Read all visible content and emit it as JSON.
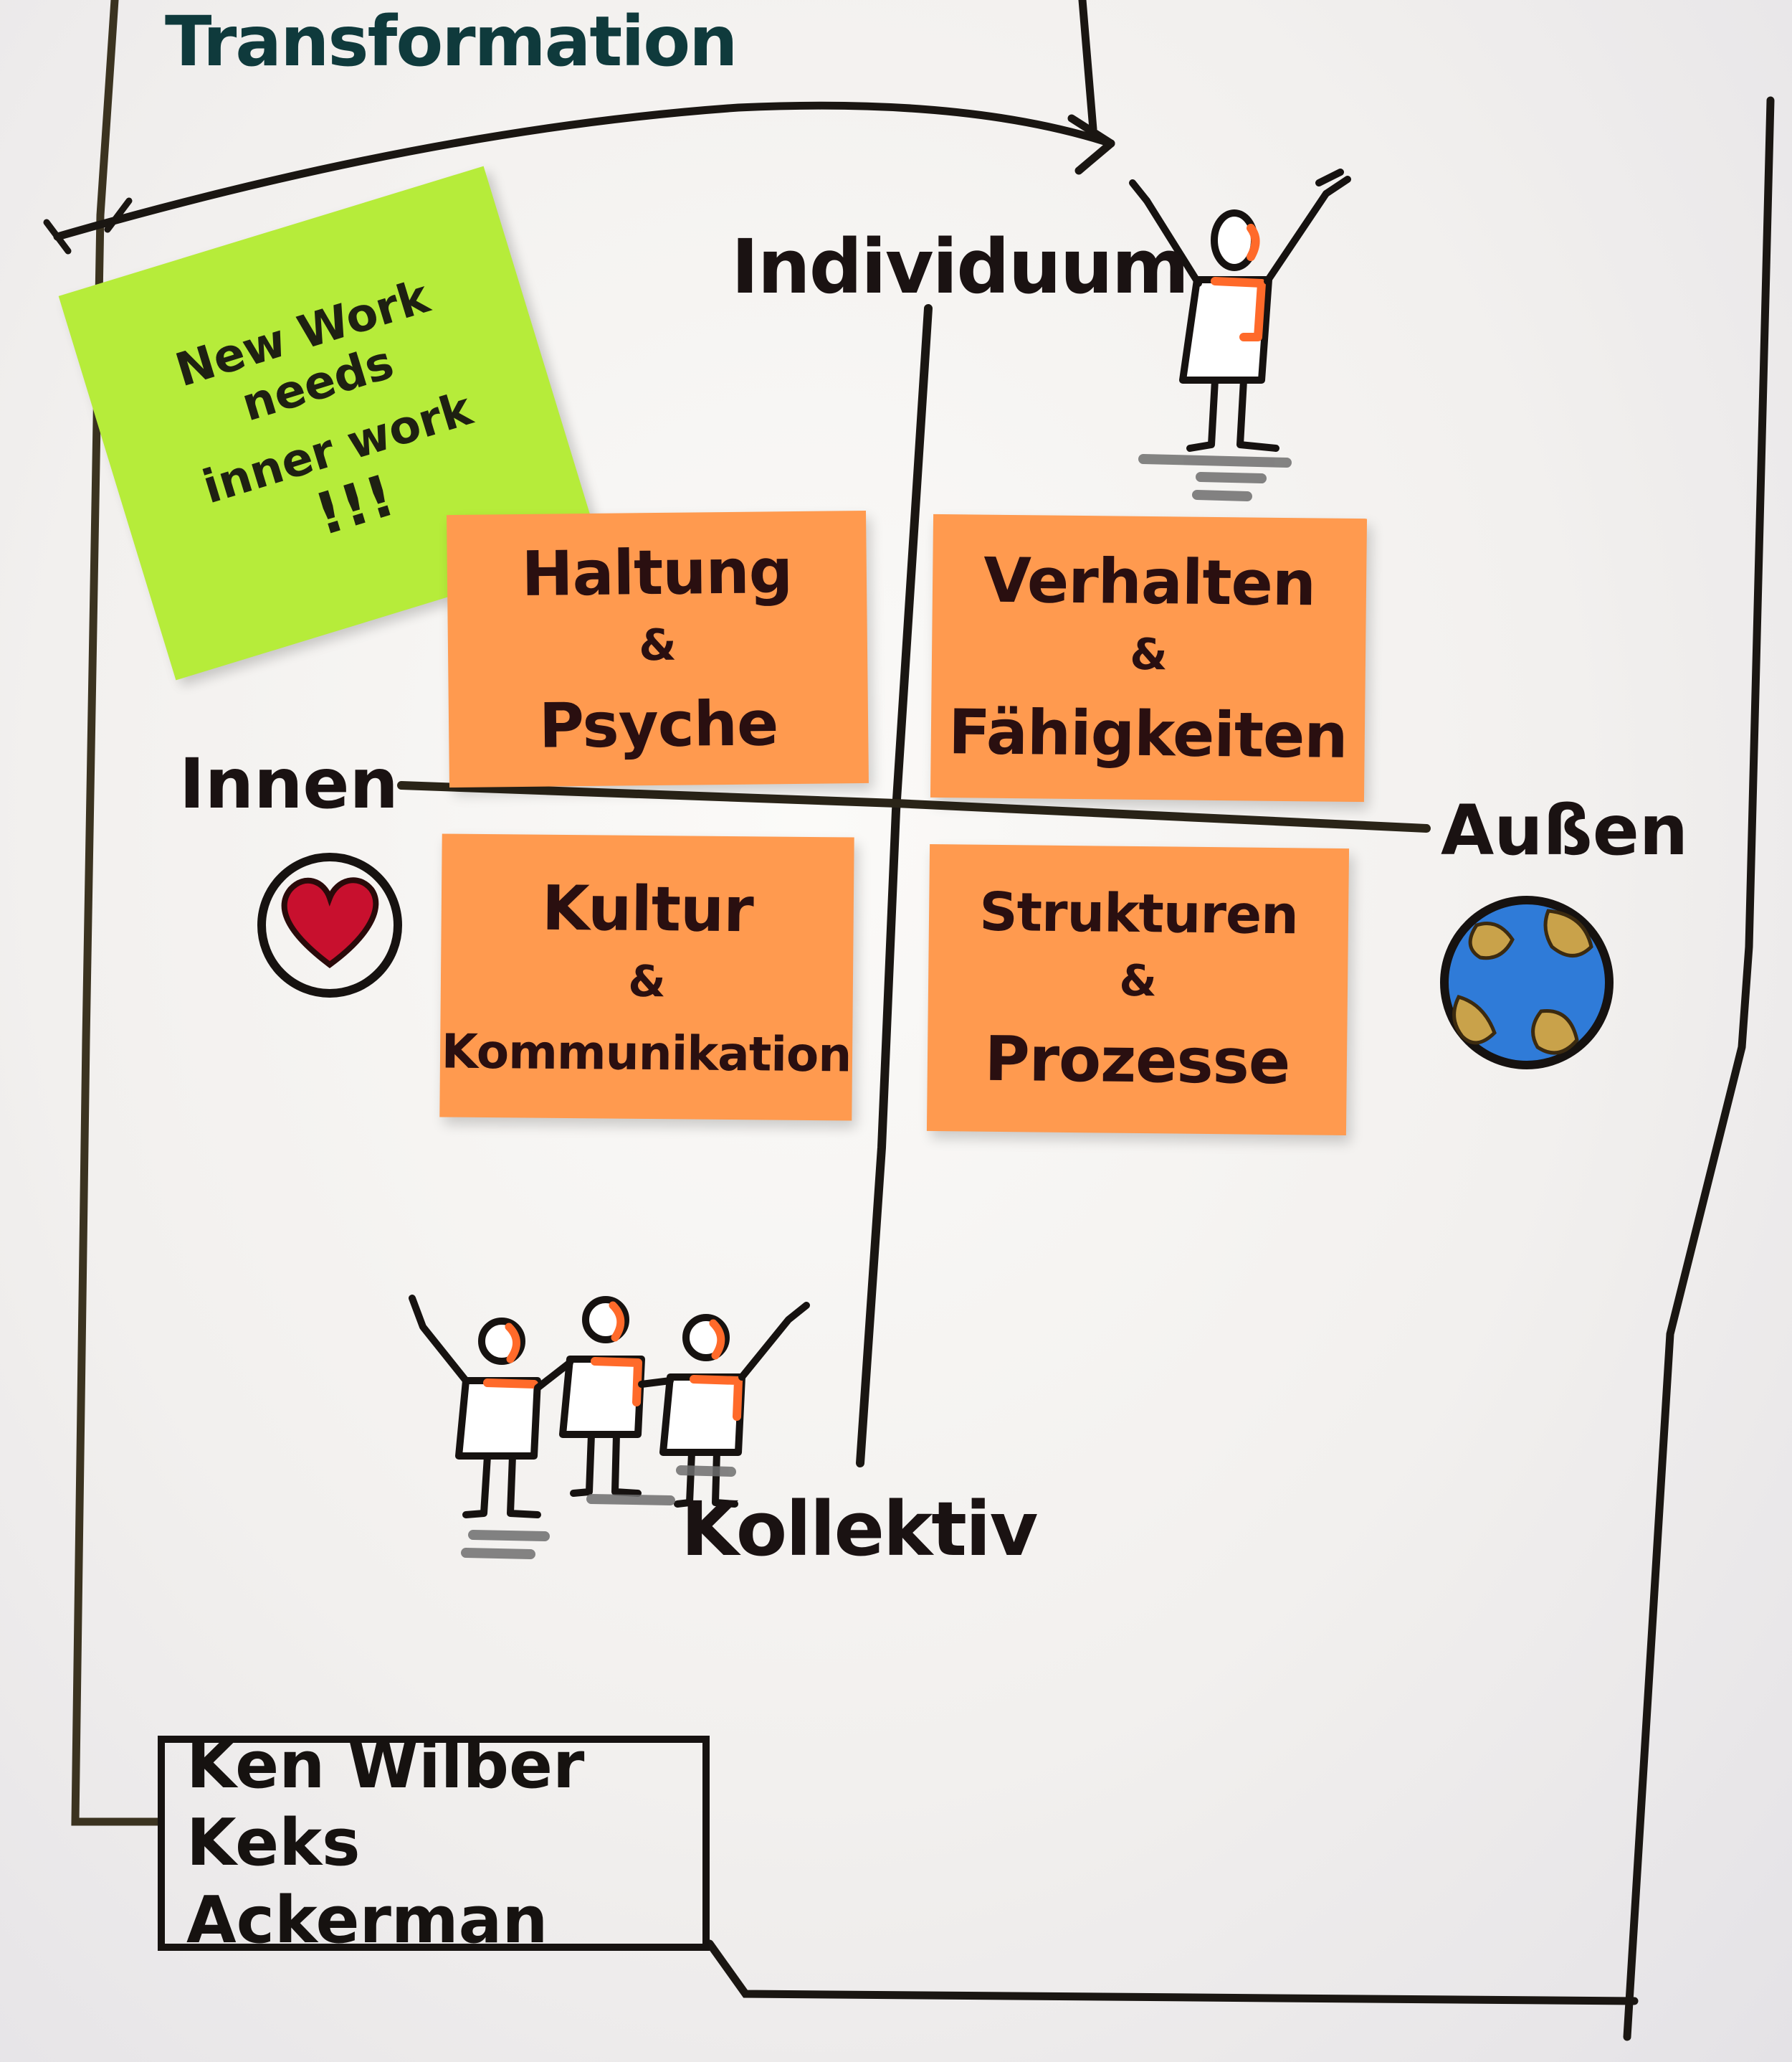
{
  "title": "Transformation",
  "sticky_note_green": {
    "lines": [
      "New Work",
      "needs",
      "inner work",
      "!!!"
    ]
  },
  "axis_labels": {
    "top": "Individuum",
    "bottom": "Kollektiv",
    "left": "Innen",
    "right": "Außen"
  },
  "quadrants": [
    {
      "line1": "Haltung",
      "amp": "&",
      "line2": "Psyche"
    },
    {
      "line1": "Verhalten",
      "amp": "&",
      "line2": "Fähigkeiten"
    },
    {
      "line1": "Kultur",
      "amp": "&",
      "line2": "Kommunikation"
    },
    {
      "line1": "Strukturen",
      "amp": "&",
      "line2": "Prozesse"
    }
  ],
  "icons": [
    "heart-icon",
    "globe-icon",
    "person-icon",
    "group-of-people-icon",
    "arrow-icon"
  ],
  "credits": {
    "line1": "Ken Wilber",
    "line2": "Keks Ackerman"
  },
  "colors": {
    "sticky_orange": "#ff9a4f",
    "sticky_green": "#b6ec3a",
    "ink": "#1e1414",
    "title_ink": "#0f3a3c",
    "heart": "#c8102e",
    "globe_water": "#2f7bd8",
    "globe_land": "#c9a24a"
  }
}
